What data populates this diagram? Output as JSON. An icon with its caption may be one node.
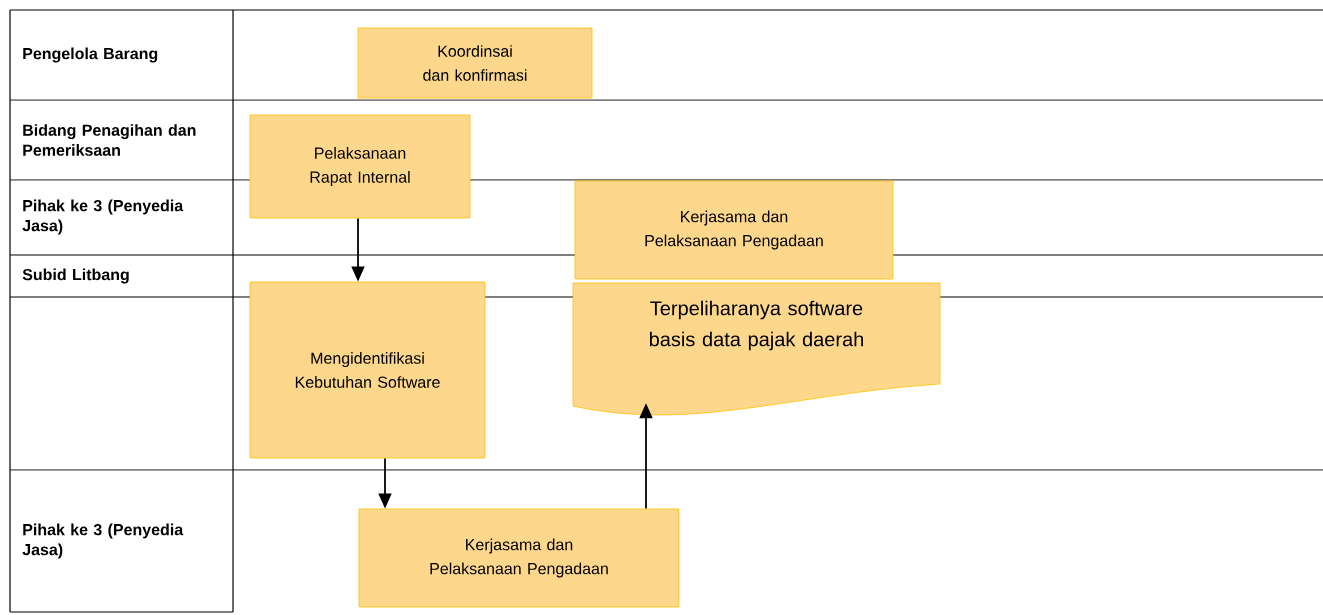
{
  "diagram": {
    "nodes": [
      {
        "text": [
          "Koordinsai dan konfirmasi"
        ]
      },
      {
        "text": [
          "Pelaksanaan Rapat Internal"
        ]
      },
      {
        "text": [
          "Mengidentifikasi Kebutuhan Software"
        ]
      },
      {
        "text": [
          "Kerjasama dan Pelaksanaan Pengadaan"
        ]
      },
      {
        "text": [
          "Terpeliharanya software basis data pajak daerah"
        ]
      },
      {
        "text": [
          "Kerjasama dan Pelaksanaan Pengadaan"
        ]
      }
    ],
    "edges": [
      {
        "from": 1,
        "to": 2,
        "arrow": "to"
      },
      {
        "from": 2,
        "to": 5,
        "arrow": "to"
      },
      {
        "from": 5,
        "to": 4,
        "arrow": "to"
      }
    ],
    "labels": [
      "Pengelola Barang",
      "Bidang Penagihan dan Pemeriksaan",
      "Pihak ke 3 (Penyedia Jasa)",
      "Subid Litbang",
      "Pihak ke 3 (Penyedia Jasa)"
    ]
  }
}
